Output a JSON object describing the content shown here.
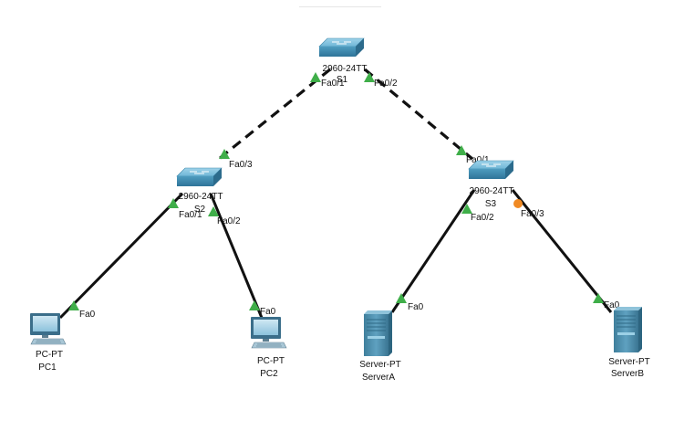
{
  "colors": {
    "link": "#111111",
    "port_up": "#3fae49",
    "port_blocking": "#f08a24",
    "switch_body": "#5aa6c6",
    "server_body": "#4a8fad"
  },
  "devices": {
    "s1": {
      "model": "2960-24TT",
      "name": "S1",
      "icon": "switch-icon"
    },
    "s2": {
      "model": "2960-24TT",
      "name": "S2",
      "icon": "switch-icon"
    },
    "s3": {
      "model": "2960-24TT",
      "name": "S3",
      "icon": "switch-icon"
    },
    "pc1": {
      "model": "PC-PT",
      "name": "PC1",
      "icon": "pc-icon"
    },
    "pc2": {
      "model": "PC-PT",
      "name": "PC2",
      "icon": "pc-icon"
    },
    "server_a": {
      "model": "Server-PT",
      "name": "ServerA",
      "icon": "server-icon"
    },
    "server_b": {
      "model": "Server-PT",
      "name": "ServerB",
      "icon": "server-icon"
    }
  },
  "links": [
    {
      "from": "S1",
      "to": "S2",
      "style": "dashed",
      "from_port": "Fa0/1",
      "to_port": "Fa0/3",
      "from_state": "up",
      "to_state": "up"
    },
    {
      "from": "S1",
      "to": "S3",
      "style": "dashed",
      "from_port": "Fa0/2",
      "to_port": "Fa0/1",
      "from_state": "up",
      "to_state": "up"
    },
    {
      "from": "S2",
      "to": "PC1",
      "style": "solid",
      "from_port": "Fa0/1",
      "to_port": "Fa0",
      "from_state": "up",
      "to_state": "up"
    },
    {
      "from": "S2",
      "to": "PC2",
      "style": "solid",
      "from_port": "Fa0/2",
      "to_port": "Fa0",
      "from_state": "up",
      "to_state": "up"
    },
    {
      "from": "S3",
      "to": "ServerA",
      "style": "solid",
      "from_port": "Fa0/2",
      "to_port": "Fa0",
      "from_state": "up",
      "to_state": "up"
    },
    {
      "from": "S3",
      "to": "ServerB",
      "style": "solid",
      "from_port": "Fa0/3",
      "to_port": "Fa0",
      "from_state": "blocking",
      "to_state": "up"
    }
  ]
}
